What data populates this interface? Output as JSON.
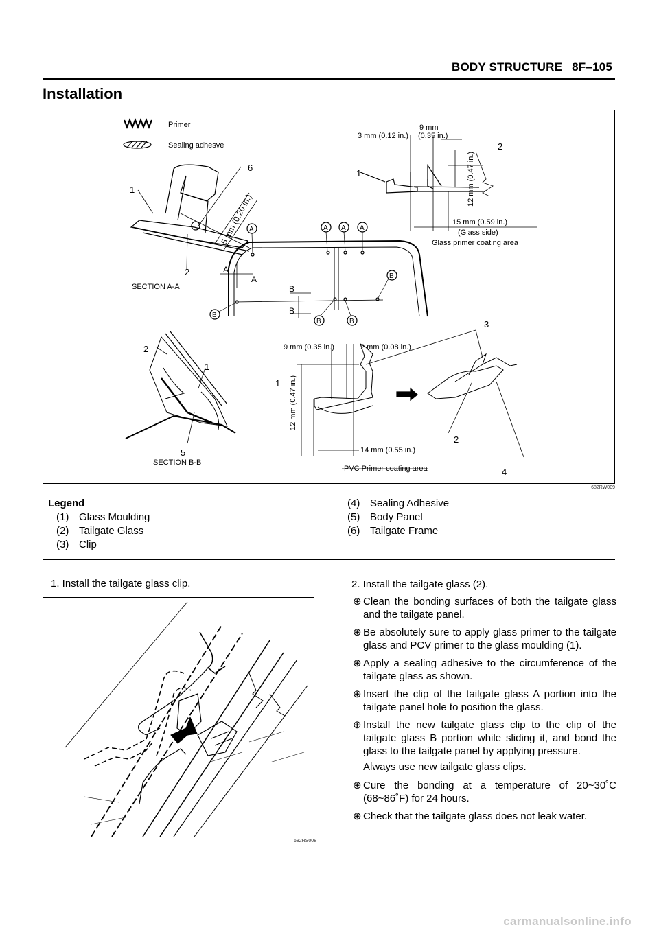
{
  "header": {
    "section": "BODY STRUCTURE",
    "page": "8F–105"
  },
  "title": "Installation",
  "figure1": {
    "code": "682RW009",
    "key": {
      "primer": "Primer",
      "sealing": "Sealing adhesve"
    },
    "section_aa": "SECTION A-A",
    "section_bb": "SECTION B-B",
    "dims": {
      "d3mm": "3 mm (0.12 in.)",
      "d9mm_a": "9 mm",
      "d9mm_b": "(0.35 in.)",
      "d12mm_top": "12 mm (0.47 in.)",
      "d15mm": "15 mm (0.59 in.)",
      "glass_side": "(Glass side)",
      "glass_primer": "Glass primer coating area",
      "d5mm": "5 mm (0.20 in.)",
      "d9mm_bb": "9 mm (0.35 in.)",
      "d2mm": "2 mm (0.08 in.)",
      "d12mm_bb": "12 mm (0.47 in.)",
      "d14mm": "14 mm (0.55 in.)",
      "pvc_primer": "PVC Primer coating area"
    },
    "letters": {
      "a": "A",
      "b": "B"
    },
    "callouts": {
      "c1": "1",
      "c2": "2",
      "c3": "3",
      "c4": "4",
      "c5": "5",
      "c6": "6"
    }
  },
  "legend": {
    "title": "Legend",
    "items": [
      {
        "num": "(1)",
        "label": "Glass Moulding"
      },
      {
        "num": "(2)",
        "label": "Tailgate Glass"
      },
      {
        "num": "(3)",
        "label": "Clip"
      },
      {
        "num": "(4)",
        "label": "Sealing Adhesive"
      },
      {
        "num": "(5)",
        "label": "Body Panel"
      },
      {
        "num": "(6)",
        "label": "Tailgate Frame"
      }
    ]
  },
  "steps": {
    "step1": "1. Install the tailgate glass clip.",
    "step2": "2. Install the tailgate glass (2).",
    "bullets": [
      "Clean the bonding surfaces of both the tailgate glass and the tailgate panel.",
      "Be absolutely sure to apply glass primer to the tailgate glass and PCV primer to the glass moulding (1).",
      "Apply a sealing adhesive to the circumference of the tailgate glass as shown.",
      "Insert the clip of the tailgate glass A portion into the tailgate panel hole to position the glass.",
      "Install the new tailgate glass clip to the clip of the tailgate glass B portion while sliding it, and bond the glass to the tailgate panel by applying pressure."
    ],
    "note": "Always use new tailgate glass clips.",
    "bullets2": [
      "Cure the bonding at a temperature of 20~30˚C (68~86˚F) for 24 hours.",
      "Check that the tailgate glass does not leak water."
    ],
    "bullet_char": "⊕"
  },
  "figure2": {
    "code": "682RS008"
  },
  "watermark": "carmanualsonline.info"
}
